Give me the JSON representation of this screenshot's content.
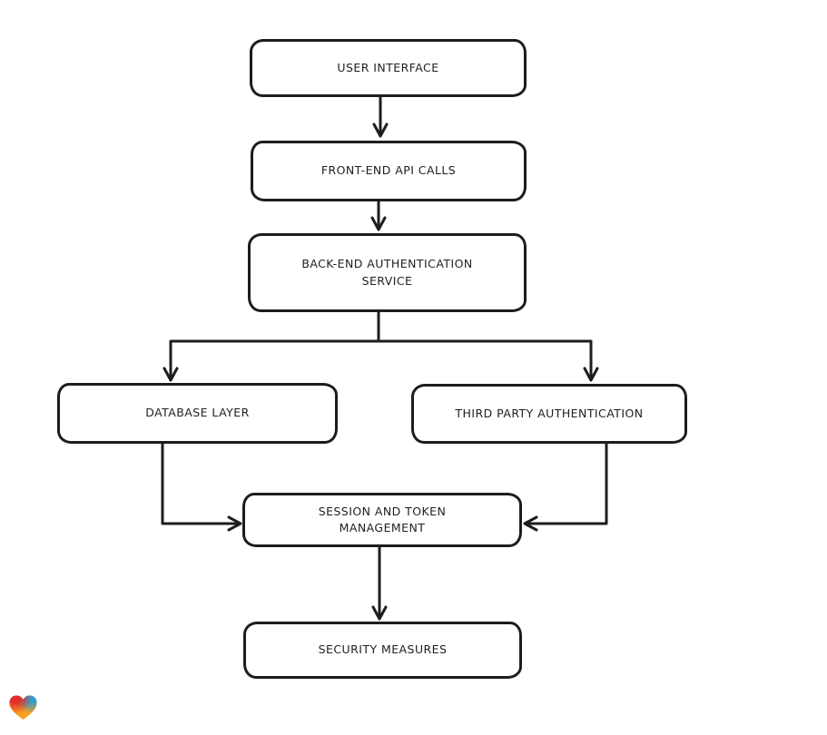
{
  "canvas": {
    "background_color": "#ffffff",
    "stroke_color": "#1d1d1d",
    "node_fill_color": "#ffffff",
    "text_color": "#1f1f1f"
  },
  "diagram": {
    "nodes": [
      {
        "id": "user-interface",
        "label": "USER INTERFACE"
      },
      {
        "id": "front-end-api-calls",
        "label": "FRONT-END API CALLS"
      },
      {
        "id": "back-end-authentication-service",
        "label": "BACK-END AUTHENTICATION\nSERVICE"
      },
      {
        "id": "database-layer",
        "label": "DATABASE LAYER"
      },
      {
        "id": "third-party-authentication",
        "label": "THIRD PARTY AUTHENTICATION"
      },
      {
        "id": "session-and-token-management",
        "label": "SESSION AND TOKEN\nMANAGEMENT"
      },
      {
        "id": "security-measures",
        "label": "SECURITY MEASURES"
      }
    ],
    "edges": [
      {
        "from": "user-interface",
        "to": "front-end-api-calls"
      },
      {
        "from": "front-end-api-calls",
        "to": "back-end-authentication-service"
      },
      {
        "from": "back-end-authentication-service",
        "to": "database-layer"
      },
      {
        "from": "back-end-authentication-service",
        "to": "third-party-authentication"
      },
      {
        "from": "database-layer",
        "to": "session-and-token-management"
      },
      {
        "from": "third-party-authentication",
        "to": "session-and-token-management"
      },
      {
        "from": "session-and-token-management",
        "to": "security-measures"
      }
    ]
  },
  "logo": {
    "icon": "gradient-heart-icon",
    "colors": {
      "red": "#e02d2d",
      "green": "#55a24b",
      "blue": "#2e9fd0",
      "orange": "#f59b1e"
    }
  }
}
